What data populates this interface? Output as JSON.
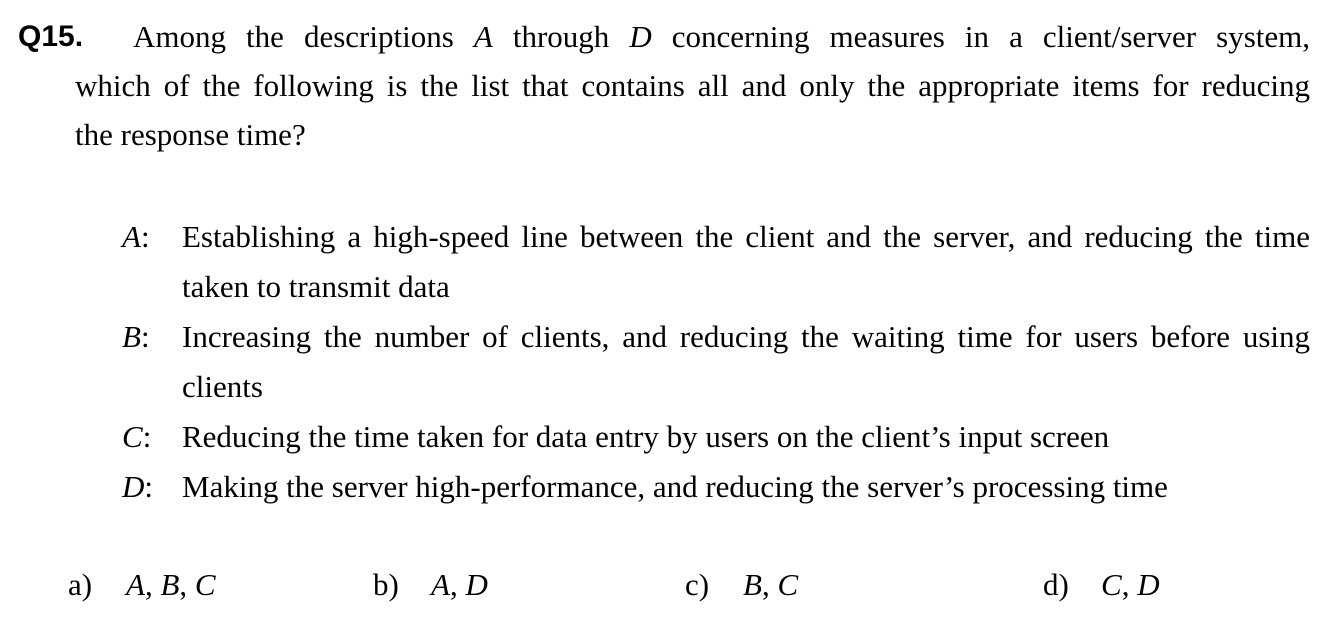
{
  "colors": {
    "background": "#ffffff",
    "text": "#000000"
  },
  "question": {
    "number": "Q15.",
    "line1_segments": [
      {
        "t": "Among the descriptions ",
        "i": false
      },
      {
        "t": "A",
        "i": true
      },
      {
        "t": " through ",
        "i": false
      },
      {
        "t": "D",
        "i": true
      },
      {
        "t": " concerning measures in a client/server system,",
        "i": false
      }
    ],
    "line2": "which of the following is the list that contains all and only the appropriate items for reducing",
    "line3": "the response time?"
  },
  "items": [
    {
      "label": [
        {
          "t": "A",
          "i": true
        },
        {
          "t": ":",
          "i": false
        }
      ],
      "lines": [
        "Establishing a high-speed line between the client and the server, and reducing the time",
        "taken to transmit data"
      ]
    },
    {
      "label": [
        {
          "t": "B",
          "i": true
        },
        {
          "t": ":",
          "i": false
        }
      ],
      "lines": [
        "Increasing the number of clients, and reducing the waiting time for users before using",
        "clients"
      ]
    },
    {
      "label": [
        {
          "t": "C",
          "i": true
        },
        {
          "t": ":",
          "i": false
        }
      ],
      "lines": [
        "Reducing the time taken for data entry by users on the client’s input screen"
      ]
    },
    {
      "label": [
        {
          "t": "D",
          "i": true
        },
        {
          "t": ":",
          "i": false
        }
      ],
      "lines": [
        "Making the server high-performance, and reducing the server’s processing time"
      ]
    }
  ],
  "options": [
    {
      "key": "a)",
      "value": [
        {
          "t": "A",
          "i": true
        },
        {
          "t": ", ",
          "i": false
        },
        {
          "t": "B",
          "i": true
        },
        {
          "t": ", ",
          "i": false
        },
        {
          "t": "C",
          "i": true
        }
      ]
    },
    {
      "key": "b)",
      "value": [
        {
          "t": "A",
          "i": true
        },
        {
          "t": ", ",
          "i": false
        },
        {
          "t": "D",
          "i": true
        }
      ]
    },
    {
      "key": "c)",
      "value": [
        {
          "t": "B",
          "i": true
        },
        {
          "t": ", ",
          "i": false
        },
        {
          "t": "C",
          "i": true
        }
      ]
    },
    {
      "key": "d)",
      "value": [
        {
          "t": "C",
          "i": true
        },
        {
          "t": ", ",
          "i": false
        },
        {
          "t": "D",
          "i": true
        }
      ]
    }
  ]
}
